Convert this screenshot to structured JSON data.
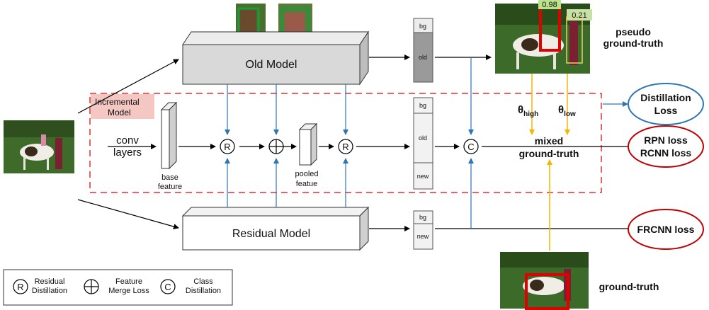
{
  "old_model": {
    "label": "Old Model"
  },
  "residual_model": {
    "label": "Residual Model"
  },
  "incremental": {
    "line1": "Incremental",
    "line2": "Model"
  },
  "conv": {
    "line1": "conv",
    "line2": "layers"
  },
  "base_feature": {
    "line1": "base",
    "line2": "feature"
  },
  "pooled_feature": {
    "line1": "pooled",
    "line2": "featue"
  },
  "operators": {
    "residual": "R",
    "merge": "⊕",
    "class": "C"
  },
  "columns": {
    "top": [
      "bg",
      "old"
    ],
    "middle": [
      "bg",
      "old",
      "new"
    ],
    "bottom": [
      "bg",
      "new"
    ]
  },
  "pseudo_gt": {
    "line1": "pseudo",
    "line2": "ground-truth",
    "score_high": "0.98",
    "score_low": "0.21"
  },
  "theta": {
    "high_sym": "θ",
    "high_sub": "high",
    "low_sym": "θ",
    "low_sub": "low"
  },
  "mixed_gt": {
    "line1": "mixed",
    "line2": "ground-truth"
  },
  "ground_truth": {
    "label": "ground-truth"
  },
  "losses": {
    "distillation": {
      "line1": "Distillation",
      "line2": "Loss",
      "color": "#2e75b6"
    },
    "rpn_rcnn": {
      "line1": "RPN loss",
      "line2": "RCNN loss",
      "color": "#c00000"
    },
    "frcnn": {
      "line1": "FRCNN loss",
      "color": "#c00000"
    }
  },
  "legend": {
    "residual": {
      "sym": "R",
      "line1": "Residual",
      "line2": "Distillation"
    },
    "merge": {
      "sym": "⊕",
      "line1": "Feature",
      "line2": "Merge Loss"
    },
    "class": {
      "sym": "C",
      "line1": "Class",
      "line2": "Distillation"
    }
  },
  "colors": {
    "blue_arrow": "#2e75b6",
    "orange_arrow": "#f4b400",
    "dashed_region": "#e03030",
    "incremental_label_bg": "#f4c7c3",
    "old_box": "#d9d9d9",
    "green_box": "#1a9a3a",
    "red_box": "#e00000"
  }
}
